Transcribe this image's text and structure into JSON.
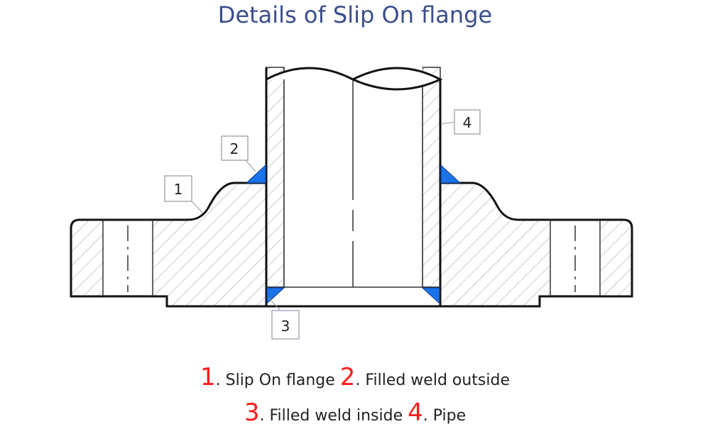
{
  "title": "Details of Slip On flange",
  "callouts": [
    "1",
    "2",
    "3",
    "4"
  ],
  "legend": [
    {
      "num": "1",
      "label": ". Slip On flange "
    },
    {
      "num": "2",
      "label": ". Filled weld outside"
    },
    {
      "num": "3",
      "label": ". Filled weld inside "
    },
    {
      "num": "4",
      "label": ". Pipe"
    }
  ],
  "colors": {
    "title": "#3a4e8c",
    "number": "#ff1a1a",
    "weld": "#1a73e8"
  }
}
